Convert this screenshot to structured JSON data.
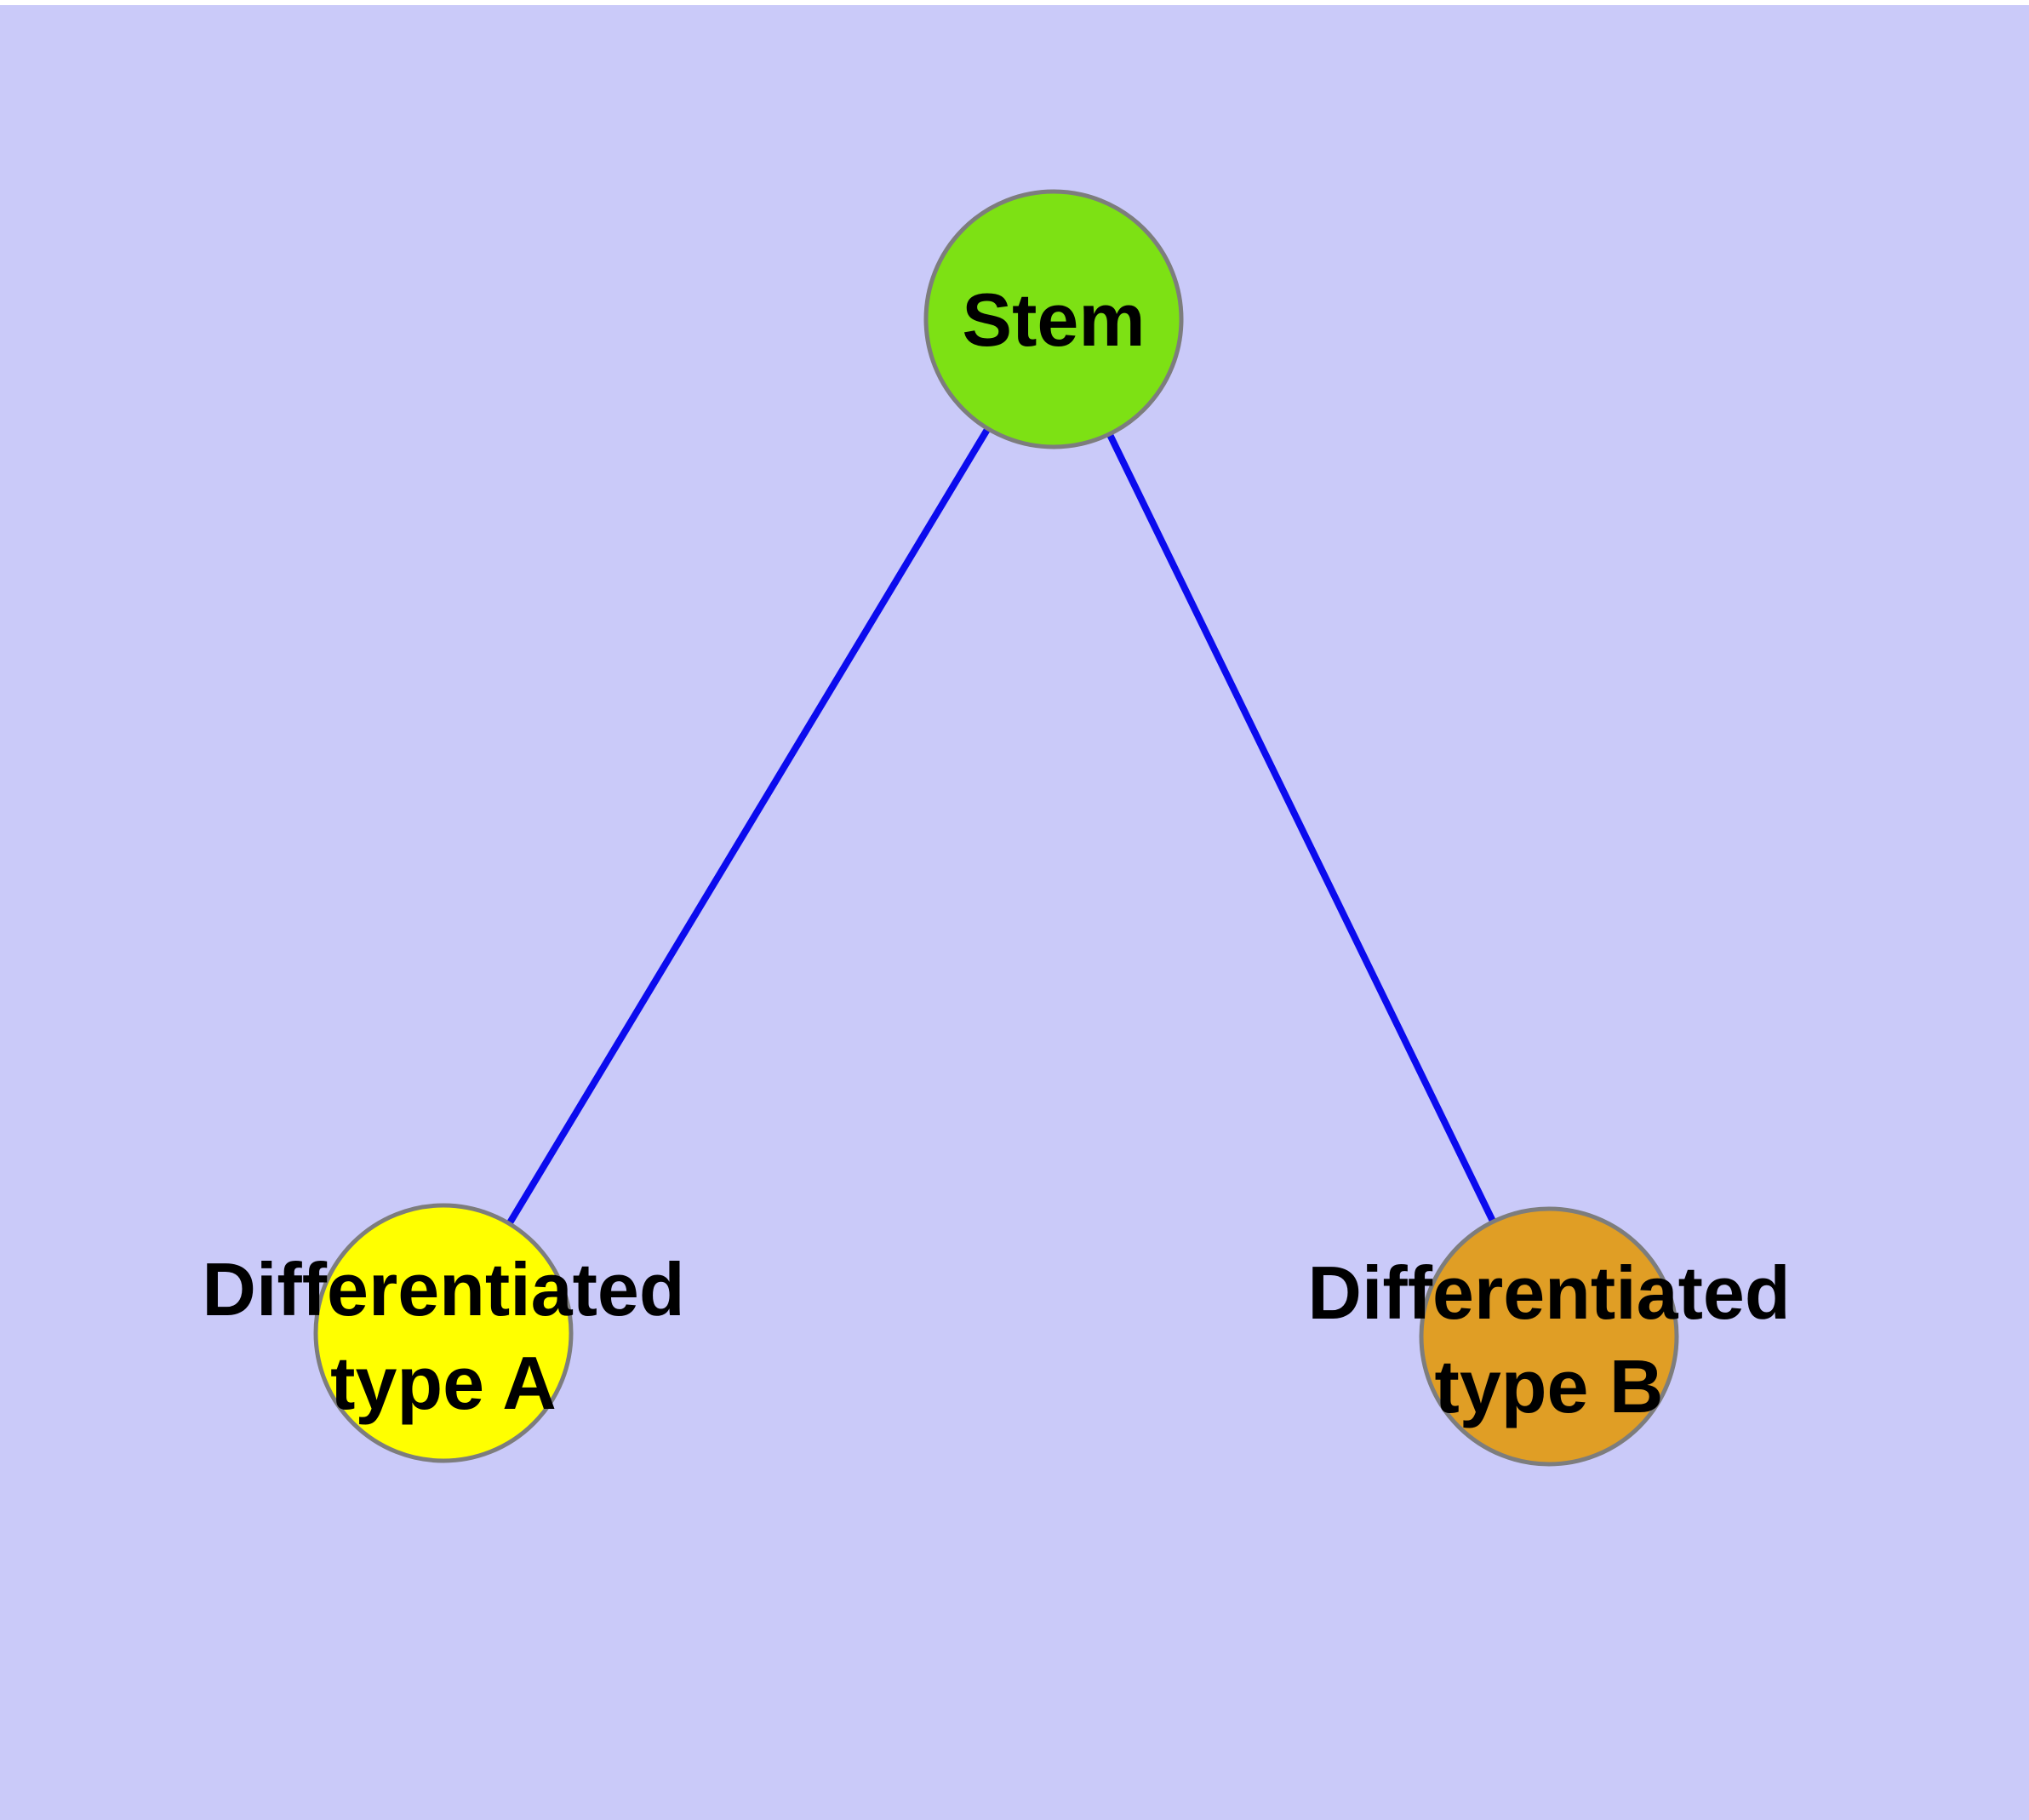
{
  "diagram": {
    "type": "graph",
    "background_color": "#cacaf9",
    "top_margin_color": "#ffffff",
    "edge_color": "#0b0bee",
    "node_border_color": "#7d7d7d",
    "text_color": "#000000",
    "nodes": {
      "stem": {
        "label": "Stem",
        "fill": "#7de114"
      },
      "type_a": {
        "label": "Differentiated type A",
        "lines": [
          "Differentiated",
          "type A"
        ],
        "fill": "#ffff00"
      },
      "type_b": {
        "label": "Differentiated type B",
        "lines": [
          "Differentiated",
          "type B"
        ],
        "fill": "#e09e25"
      }
    },
    "edges": [
      {
        "from": "Stem",
        "to": "Differentiated type A"
      },
      {
        "from": "Stem",
        "to": "Differentiated type B"
      }
    ]
  }
}
